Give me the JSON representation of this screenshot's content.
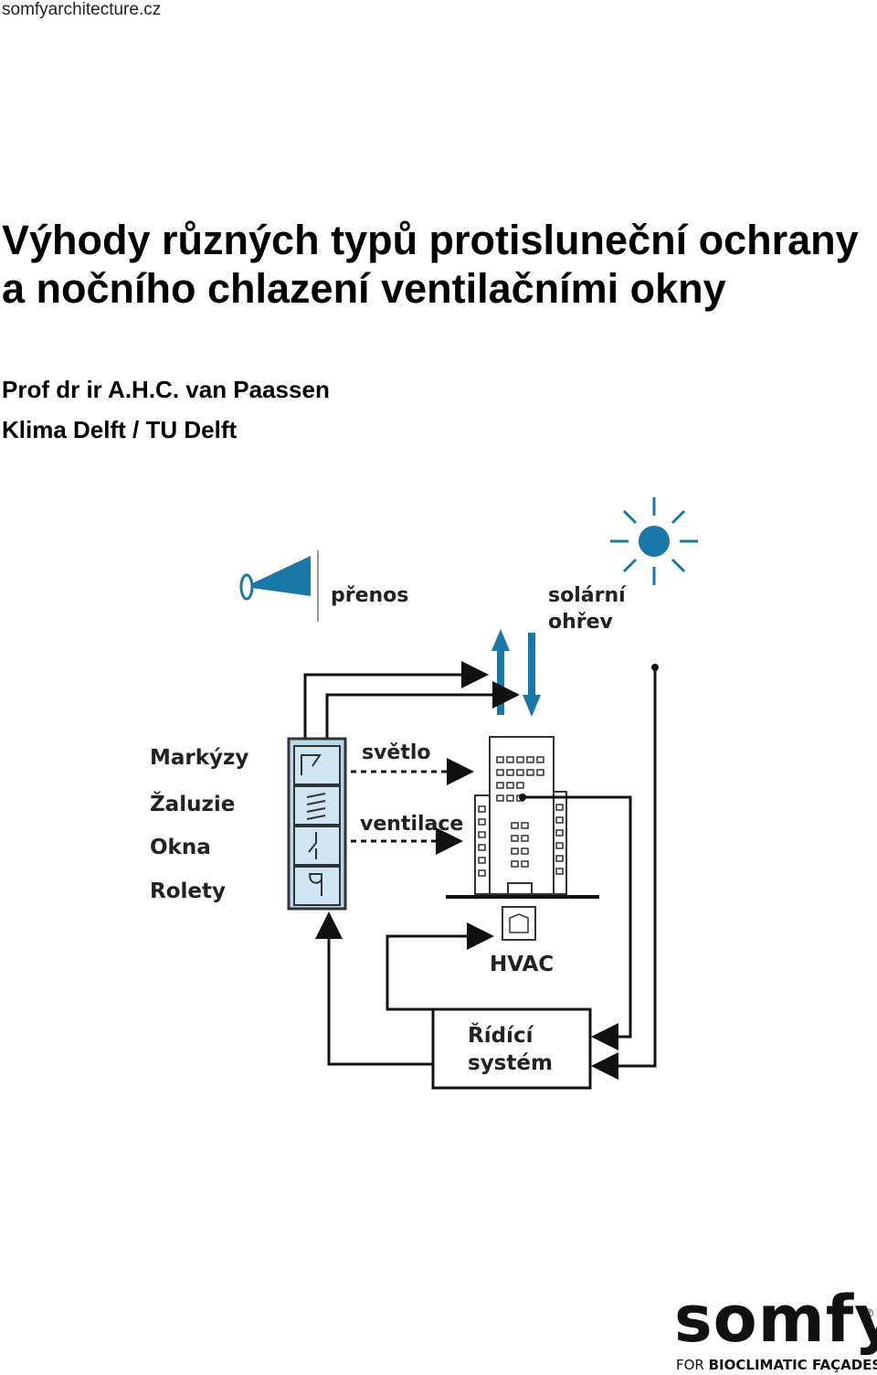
{
  "header": {
    "site": "somfyarchitecture.cz"
  },
  "title": {
    "line1": "Výhody různých typů protisluneční ochrany",
    "line2": "a nočního chlazení ventilačními okny"
  },
  "author": {
    "name": "Prof dr ir A.H.C. van Paassen",
    "affiliation": "Klima Delft / TU Delft"
  },
  "diagram": {
    "transmission": "přenos",
    "solar_line1": "solární",
    "solar_line2": "ohřev",
    "light": "světlo",
    "ventilation": "ventilace",
    "devices": [
      "Markýzy",
      "Žaluzie",
      "Okna",
      "Rolety"
    ],
    "hvac": "HVAC",
    "control_line1": "Řídící",
    "control_line2": "systém",
    "accent_color": "#1a78a8"
  },
  "logo": {
    "wordmark": "somfy",
    "tag_prefix": "FOR ",
    "tag_main": "BIOCLIMATIC FAÇADES",
    "registered": "®"
  }
}
